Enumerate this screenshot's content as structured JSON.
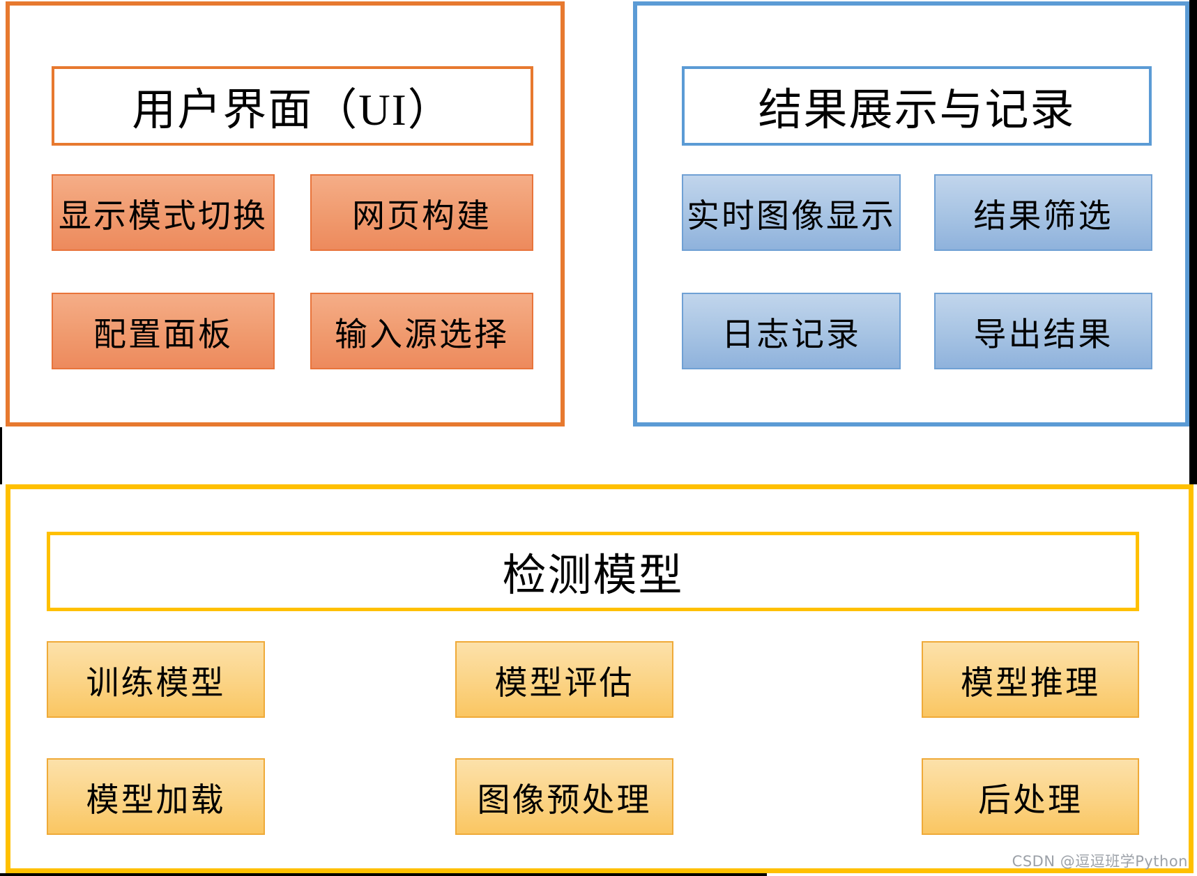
{
  "watermark": "CSDN @逗逗班学Python",
  "colors": {
    "page_background": "#000000",
    "ui_accent": "#E7792F",
    "results_accent": "#5B9BD5",
    "model_accent": "#FFC000",
    "watermark_gray": "#9CA1A8"
  },
  "sections": {
    "ui": {
      "title": "用户界面（UI）",
      "items": [
        "显示模式切换",
        "网页构建",
        "配置面板",
        "输入源选择"
      ]
    },
    "display": {
      "title": "结果展示与记录",
      "items": [
        "实时图像显示",
        "结果筛选",
        "日志记录",
        "导出结果"
      ]
    },
    "model": {
      "title": "检测模型",
      "items": [
        "训练模型",
        "模型评估",
        "模型推理",
        "模型加载",
        "图像预处理",
        "后处理"
      ]
    }
  }
}
